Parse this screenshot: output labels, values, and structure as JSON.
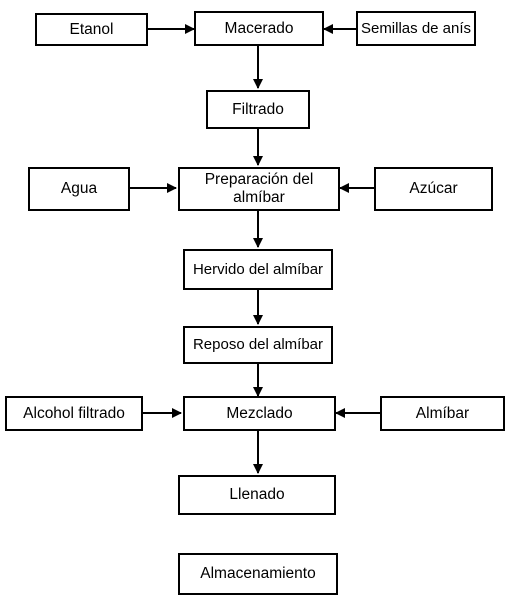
{
  "nodes": {
    "etanol": "Etanol",
    "macerado": "Macerado",
    "semillas": "Semillas de anís",
    "filtrado": "Filtrado",
    "agua": "Agua",
    "preparacion": "Preparación del almíbar",
    "azucar": "Azúcar",
    "hervido": "Hervido del almíbar",
    "reposo": "Reposo del almíbar",
    "alcohol": "Alcohol filtrado",
    "mezclado": "Mezclado",
    "almibar": "Almíbar",
    "llenado": "Llenado",
    "almacenamiento": "Almacenamiento"
  }
}
